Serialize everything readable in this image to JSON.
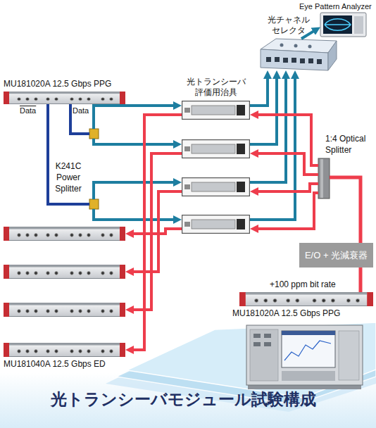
{
  "diagram": {
    "title": "光トランシーバモジュール試験構成",
    "nodes": [
      {
        "text": [
          "MU181020A 12.5 Gbps PPG"
        ]
      },
      {
        "text": [
          "Eye Pattern Analyzer"
        ]
      },
      {
        "text": [
          "光チャネル セレクタ"
        ]
      },
      {
        "text": [
          "光トランシーバ 評価用治具"
        ]
      },
      {
        "text": [
          "K241C Power Splitter"
        ]
      },
      {
        "text": [
          "1:4 Optical Splitter"
        ]
      },
      {
        "text": [
          "E/O + 光減衰器"
        ]
      },
      {
        "text": [
          "+100 ppm bit rate",
          "MU181020A 12.5 Gbps PPG"
        ]
      },
      {
        "text": [
          "MU181040A 12.5 Gbps ED"
        ]
      }
    ],
    "edges": [
      {
        "from": 0,
        "to": 4,
        "arrow": "none"
      },
      {
        "from": 2,
        "to": 1,
        "arrow": "to"
      },
      {
        "from": 3,
        "to": 2,
        "arrow": "to"
      },
      {
        "from": 5,
        "to": 3,
        "arrow": "to"
      },
      {
        "from": 3,
        "to": 8,
        "arrow": "to"
      },
      {
        "from": 6,
        "to": 5,
        "arrow": "none"
      },
      {
        "from": 7,
        "to": 6,
        "arrow": "none"
      }
    ],
    "labels": [
      "Data",
      "Data"
    ]
  }
}
